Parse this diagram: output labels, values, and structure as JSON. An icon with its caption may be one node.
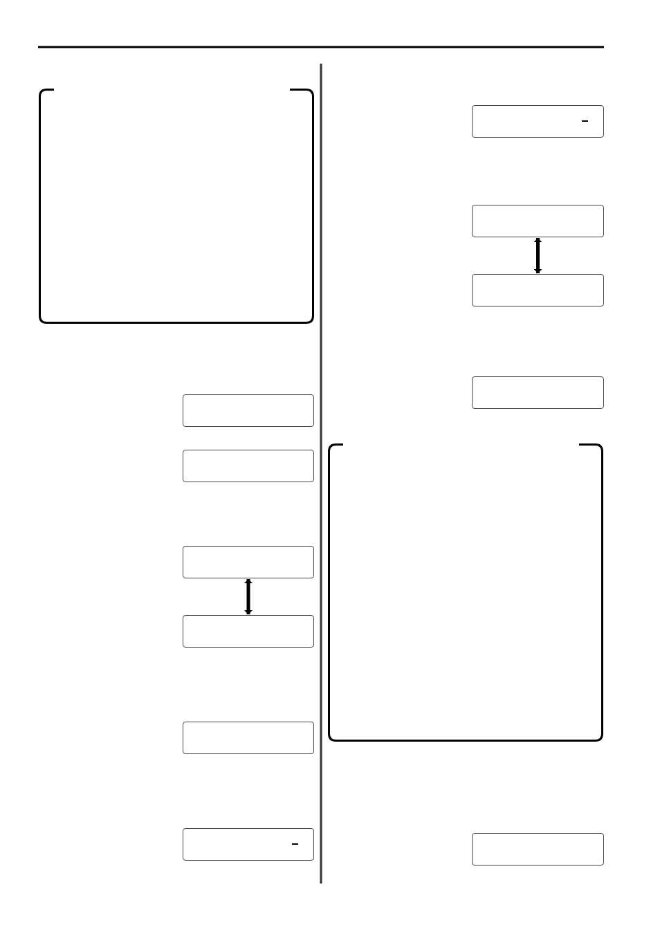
{
  "diagram": {
    "nodes": [
      {
        "text": [],
        "shape": "frame"
      },
      {
        "text": [],
        "shape": "box"
      },
      {
        "text": [],
        "shape": "box"
      },
      {
        "text": [],
        "shape": "box"
      },
      {
        "text": [],
        "shape": "box"
      },
      {
        "text": [],
        "shape": "box"
      },
      {
        "text": [],
        "shape": "box"
      },
      {
        "text": [],
        "shape": "box"
      },
      {
        "text": [],
        "shape": "box"
      },
      {
        "text": [],
        "shape": "box"
      },
      {
        "text": [],
        "shape": "box"
      },
      {
        "text": [],
        "shape": "frame"
      },
      {
        "text": [],
        "shape": "box"
      }
    ],
    "edges": [
      {
        "from": 3,
        "to": 4,
        "arrow": "both"
      },
      {
        "from": 8,
        "to": 9,
        "arrow": "both"
      }
    ]
  }
}
